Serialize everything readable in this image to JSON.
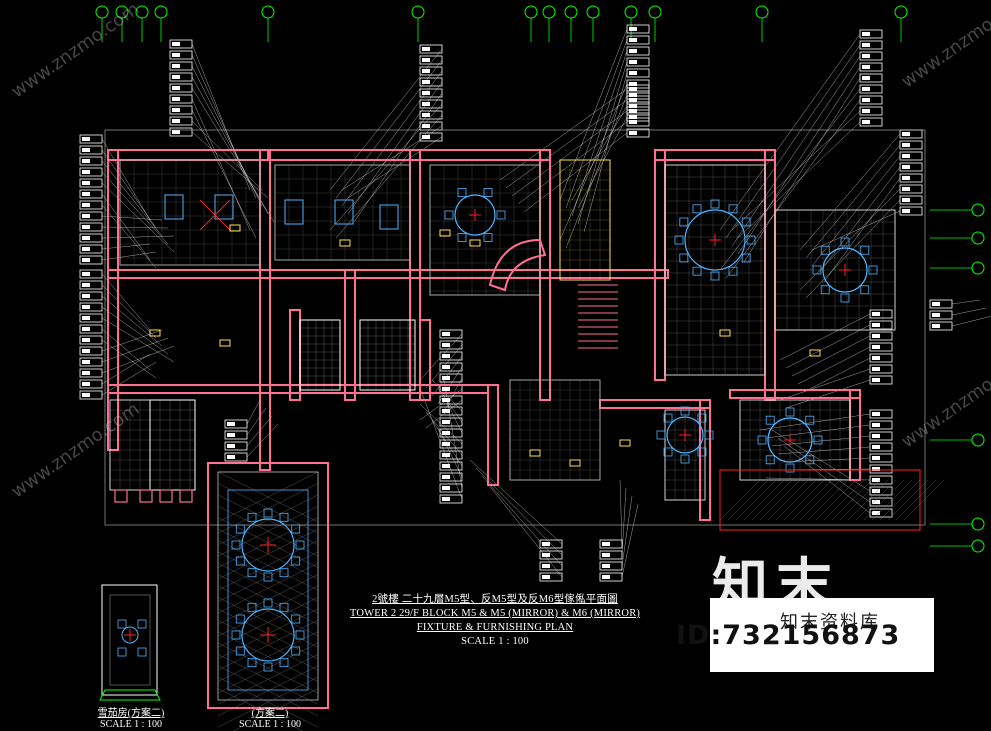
{
  "title_block": {
    "line1": "2號樓 二十九層M5型、反M5型及反M6型傢俬平面圖",
    "line2": "TOWER 2 29/F BLOCK M5 & M5 (MIRROR) & M6 (MIRROR)",
    "line3": "FIXTURE & FURNISHING PLAN",
    "line4": "SCALE 1 : 100"
  },
  "sub_plans": [
    {
      "label": "雪茄房(方案二)",
      "scale": "SCALE 1 : 100"
    },
    {
      "label": "(方案二)",
      "scale": "SCALE 1 : 100"
    }
  ],
  "watermark": {
    "brand_cn": "知末",
    "brand_sub": "知末资料库",
    "id_text": "ID:732156873",
    "site": "www.znzmo.com"
  },
  "colors": {
    "background": "#000000",
    "wall": "#ff6f91",
    "furniture": "#4fb3ff",
    "fixture": "#ffe14d",
    "grid": "#00c8c8",
    "marker": "#00ff00",
    "leader": "#ffffff",
    "accent_red": "#ff2020"
  }
}
